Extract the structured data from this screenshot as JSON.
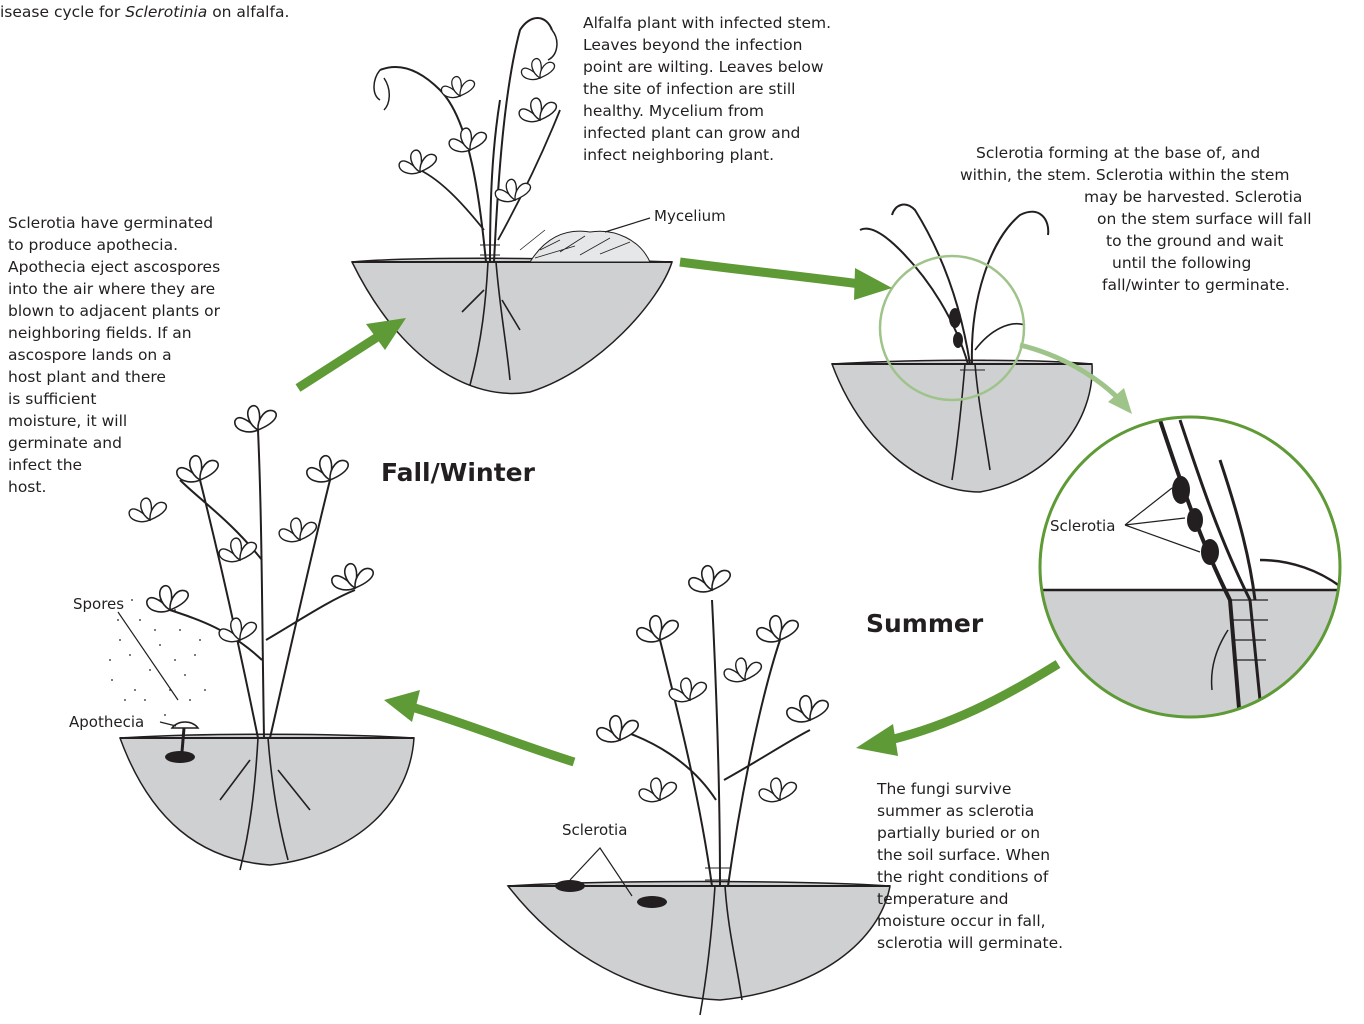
{
  "caption": {
    "prefix": "isease cycle for ",
    "pathogen": "Sclerotinia",
    "suffix": " on alfalfa."
  },
  "seasons": {
    "fall_winter": "Fall/Winter",
    "summer": "Summer"
  },
  "descriptions": {
    "infected_plant": [
      "Alfalfa plant with infected stem.",
      "Leaves beyond the infection",
      "point are wilting. Leaves below",
      "the site of infection are still",
      "healthy. Mycelium from",
      "infected plant can grow and",
      "infect neighboring plant."
    ],
    "sclerotia_forming": [
      "Sclerotia forming at the base of, and",
      "within, the stem. Sclerotia within the stem",
      "may be harvested. Sclerotia",
      "on the stem surface will fall",
      "to the ground and wait",
      "until the following",
      "fall/winter to germinate."
    ],
    "apothecia": [
      "Sclerotia have germinated",
      "to produce apothecia.",
      "Apothecia eject ascospores",
      "into the air where they are",
      "blown to adjacent plants or",
      "neighboring fields. If an",
      "ascospore lands on a",
      "host plant and there",
      "is sufficient",
      "moisture, it will",
      "germinate and",
      "infect the",
      "host."
    ],
    "summer_survival": [
      "The fungi survive",
      "summer as sclerotia",
      "partially buried or on",
      "the soil surface. When",
      "the right conditions of",
      "temperature and",
      "moisture occur in fall,",
      "sclerotia will germinate."
    ]
  },
  "labels": {
    "mycelium": "Mycelium",
    "sclerotia_zoom": "Sclerotia",
    "sclerotia_ground": "Sclerotia",
    "spores": "Spores",
    "apothecia": "Apothecia"
  },
  "colors": {
    "arrow_green": "#5e9a35",
    "light_green": "#9fc48a",
    "soil_gray": "#cfd0d2",
    "ink": "#231f20",
    "zoom_circle": "#5e9a35"
  }
}
